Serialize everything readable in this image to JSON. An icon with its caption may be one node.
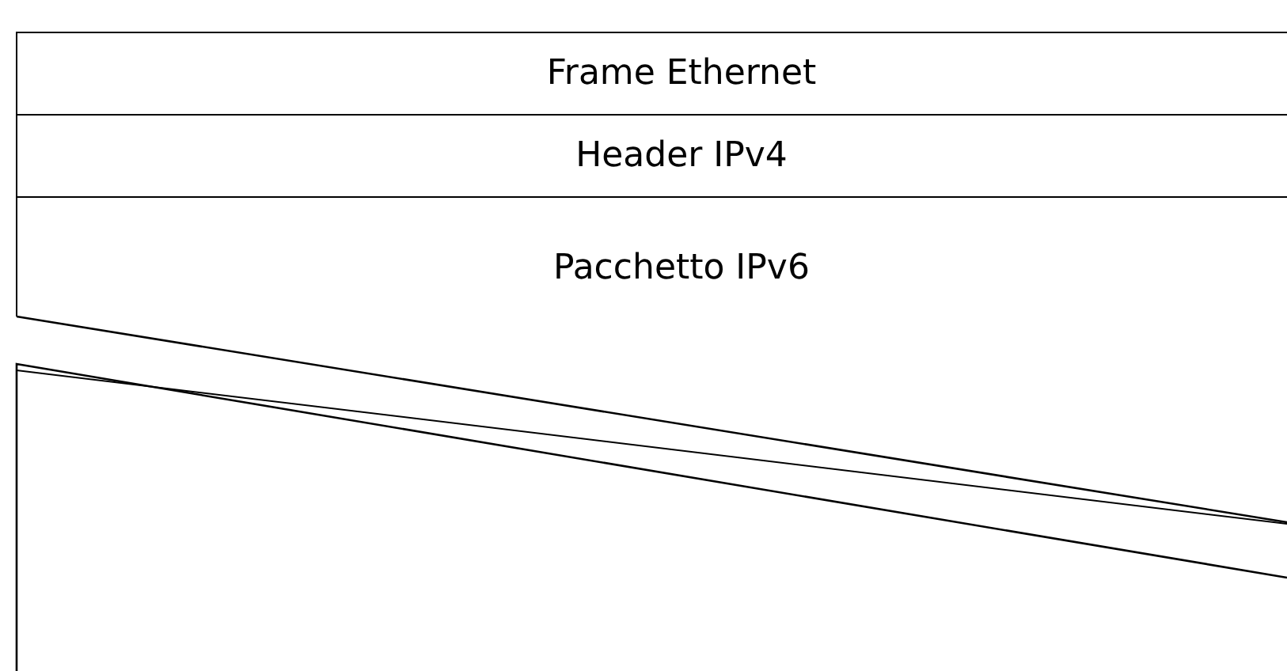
{
  "diagram": {
    "nodes": [
      {
        "text": [
          "Frame Ethernet"
        ]
      },
      {
        "text": [
          "Header IPv4"
        ]
      },
      {
        "text": [
          "Pacchetto IPv6"
        ]
      }
    ]
  }
}
